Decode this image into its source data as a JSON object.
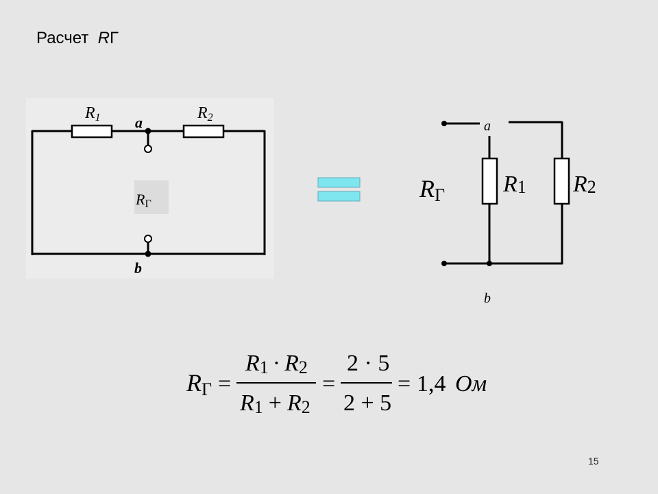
{
  "slide": {
    "title_prefix": "Расчет",
    "title_symbol": "R",
    "title_subscript": "Г",
    "page_number": "15"
  },
  "left_circuit": {
    "r1": {
      "symbol": "R",
      "index": "1"
    },
    "r2": {
      "symbol": "R",
      "index": "2"
    },
    "node_a": "a",
    "node_b": "b",
    "rg": {
      "symbol": "R",
      "index": "Г"
    }
  },
  "right_circuit": {
    "rg": {
      "symbol": "R",
      "index": "Г"
    },
    "r1": {
      "symbol": "R",
      "index": "1"
    },
    "r2": {
      "symbol": "R",
      "index": "2"
    },
    "node_a": "a",
    "node_b": "b"
  },
  "equivalence_color": "#7fe6ef",
  "formula": {
    "lhs_symbol": "R",
    "lhs_index": "Г",
    "eq": "=",
    "num1": {
      "a": "R",
      "a_index": "1",
      "op": "·",
      "b": "R",
      "b_index": "2"
    },
    "den1": {
      "a": "R",
      "a_index": "1",
      "op": "+",
      "b": "R",
      "b_index": "2"
    },
    "num2": "2 · 5",
    "den2": "2 + 5",
    "result": "1,4",
    "unit": "Ом"
  }
}
